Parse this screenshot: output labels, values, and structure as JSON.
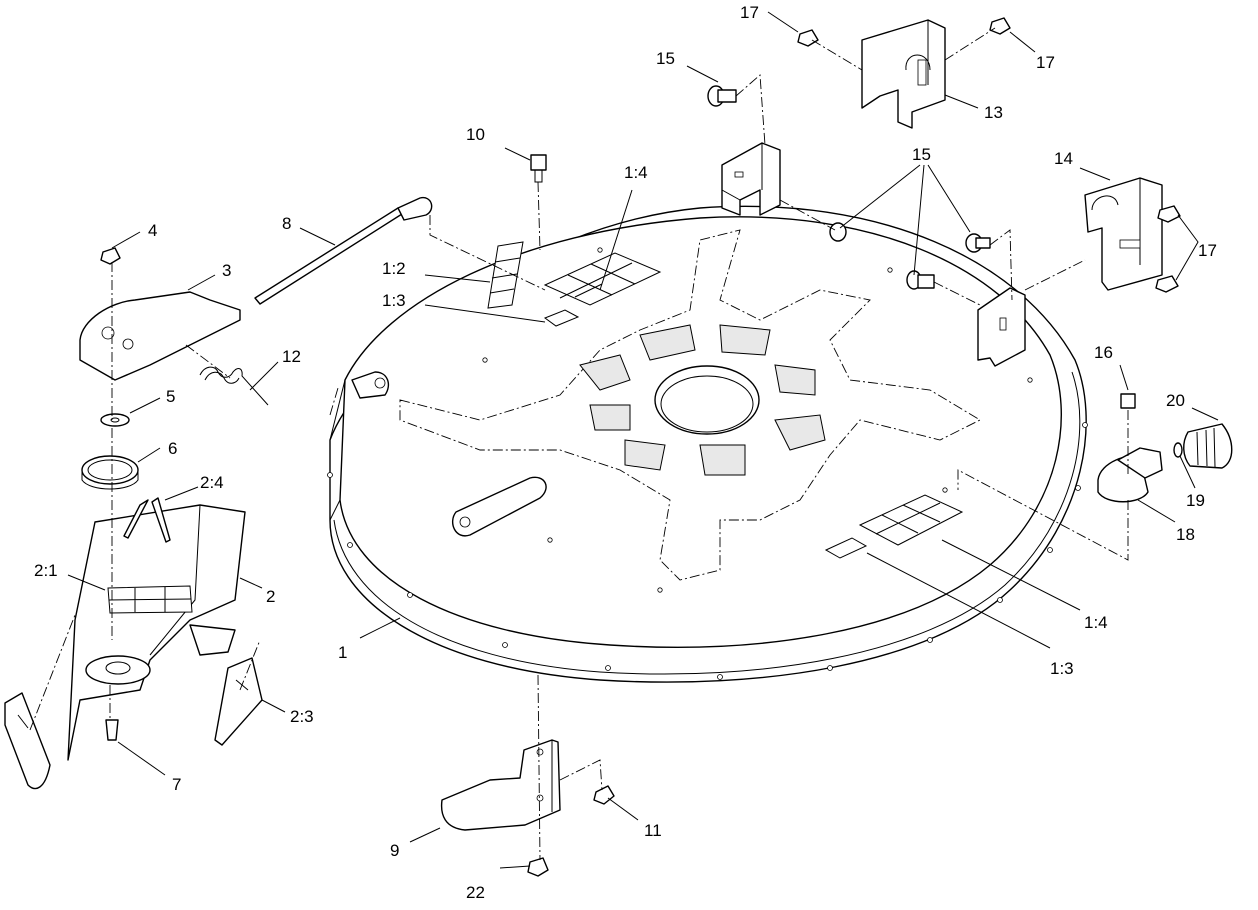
{
  "diagram": {
    "callouts": [
      {
        "id": "c1",
        "label": "1"
      },
      {
        "id": "c2",
        "label": "2"
      },
      {
        "id": "c2_1",
        "label": "2:1"
      },
      {
        "id": "c2_3",
        "label": "2:3"
      },
      {
        "id": "c2_4",
        "label": "2:4"
      },
      {
        "id": "c3",
        "label": "3"
      },
      {
        "id": "c4",
        "label": "4"
      },
      {
        "id": "c5",
        "label": "5"
      },
      {
        "id": "c6",
        "label": "6"
      },
      {
        "id": "c7",
        "label": "7"
      },
      {
        "id": "c8",
        "label": "8"
      },
      {
        "id": "c9",
        "label": "9"
      },
      {
        "id": "c10",
        "label": "10"
      },
      {
        "id": "c11",
        "label": "11"
      },
      {
        "id": "c12",
        "label": "12"
      },
      {
        "id": "c13",
        "label": "13"
      },
      {
        "id": "c14",
        "label": "14"
      },
      {
        "id": "c15a",
        "label": "15"
      },
      {
        "id": "c15b",
        "label": "15"
      },
      {
        "id": "c16",
        "label": "16"
      },
      {
        "id": "c17a",
        "label": "17"
      },
      {
        "id": "c17b",
        "label": "17"
      },
      {
        "id": "c17c",
        "label": "17"
      },
      {
        "id": "c18",
        "label": "18"
      },
      {
        "id": "c19",
        "label": "19"
      },
      {
        "id": "c20",
        "label": "20"
      },
      {
        "id": "c22",
        "label": "22"
      },
      {
        "id": "c1_2",
        "label": "1:2"
      },
      {
        "id": "c1_3a",
        "label": "1:3"
      },
      {
        "id": "c1_3b",
        "label": "1:3"
      },
      {
        "id": "c1_4a",
        "label": "1:4"
      },
      {
        "id": "c1_4b",
        "label": "1:4"
      }
    ]
  }
}
